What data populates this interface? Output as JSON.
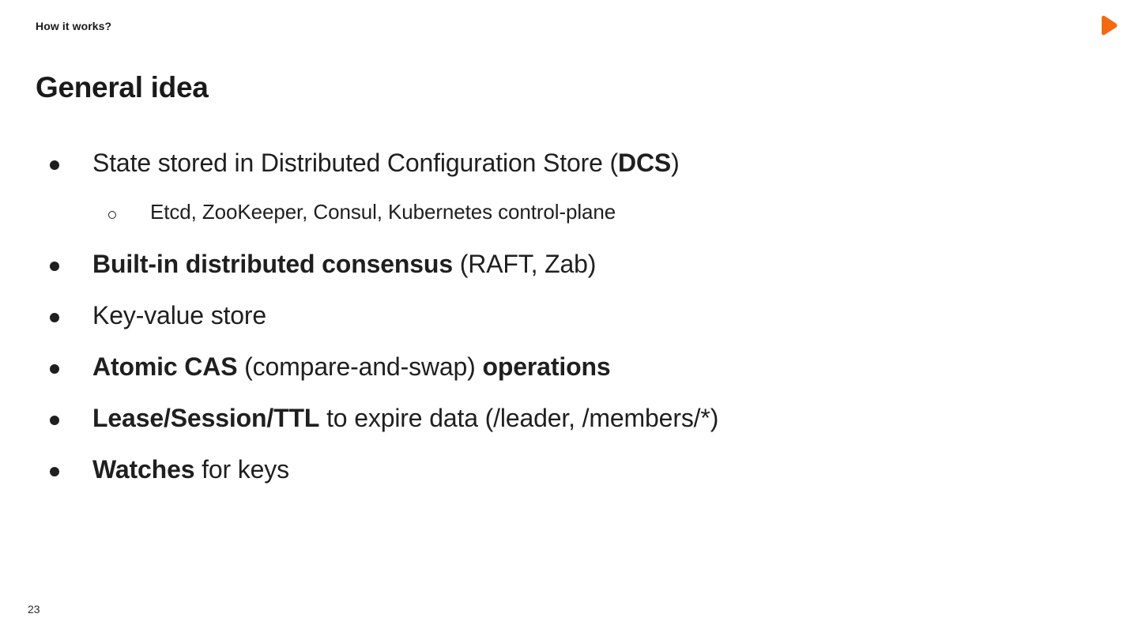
{
  "slide": {
    "kicker": "How it works?",
    "title": "General idea",
    "page_number": "23",
    "background_color": "#ffffff",
    "text_color": "#1f1f1f",
    "accent_color": "#f36a10",
    "logo_icon": "play-triangle-logo"
  },
  "bullets": [
    {
      "level": 0,
      "marker": "filled-disc",
      "segments": [
        {
          "text": "State stored in Distributed Configuration Store (",
          "bold": false
        },
        {
          "text": "DCS",
          "bold": true
        },
        {
          "text": ")",
          "bold": false
        }
      ],
      "plain": "State stored in Distributed Configuration Store (DCS)"
    },
    {
      "level": 1,
      "marker": "hollow-circle",
      "segments": [
        {
          "text": "Etcd, ZooKeeper, Consul, Kubernetes control-plane",
          "bold": false
        }
      ],
      "plain": "Etcd, ZooKeeper, Consul, Kubernetes control-plane"
    },
    {
      "level": 0,
      "marker": "filled-disc",
      "segments": [
        {
          "text": "Built-in distributed consensus",
          "bold": true
        },
        {
          "text": " (RAFT, Zab)",
          "bold": false
        }
      ],
      "plain": "Built-in distributed consensus (RAFT, Zab)"
    },
    {
      "level": 0,
      "marker": "filled-disc",
      "segments": [
        {
          "text": "Key-value store",
          "bold": false
        }
      ],
      "plain": "Key-value store"
    },
    {
      "level": 0,
      "marker": "filled-disc",
      "segments": [
        {
          "text": "Atomic CAS",
          "bold": true
        },
        {
          "text": " (compare-and-swap) ",
          "bold": false
        },
        {
          "text": "operations",
          "bold": true
        }
      ],
      "plain": "Atomic CAS (compare-and-swap) operations"
    },
    {
      "level": 0,
      "marker": "filled-disc",
      "segments": [
        {
          "text": "Lease/Session/TTL",
          "bold": true
        },
        {
          "text": " to expire data (/leader, /members/*)",
          "bold": false
        }
      ],
      "plain": "Lease/Session/TTL to expire data (/leader, /members/*)"
    },
    {
      "level": 0,
      "marker": "filled-disc",
      "segments": [
        {
          "text": "Watches",
          "bold": true
        },
        {
          "text": " for keys",
          "bold": false
        }
      ],
      "plain": "Watches for keys"
    }
  ]
}
